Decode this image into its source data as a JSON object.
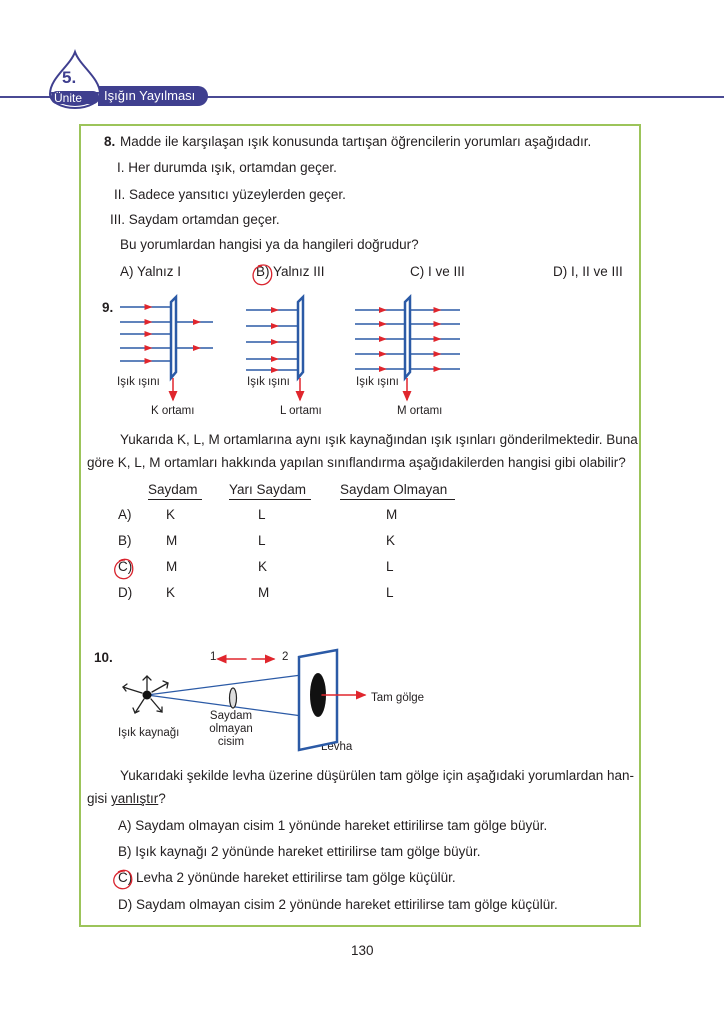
{
  "header": {
    "unit_number": "5.",
    "unit_label": "Ünite",
    "title": "Işığın Yayılması",
    "accent_color": "#3f3f8f"
  },
  "q8": {
    "number": "8.",
    "stem": "Madde ile karşılaşan ışık konusunda tartışan öğrencilerin yorumları aşağıdadır.",
    "statements": [
      "I. Her durumda ışık, ortamdan geçer.",
      "II. Sadece yansıtıcı yüzeylerden geçer.",
      "III. Saydam ortamdan geçer."
    ],
    "question": "Bu yorumlardan hangisi ya da hangileri doğrudur?",
    "options": [
      "A) Yalnız I",
      "B) Yalnız III",
      "C) I ve III",
      "D) I, II ve III"
    ],
    "marked": "B"
  },
  "q9": {
    "number": "9.",
    "diagram_labels": {
      "ray": "Işık ışını",
      "k": "K ortamı",
      "l": "L ortamı",
      "m": "M ortamı"
    },
    "stem_line1": "Yukarıda K, L, M ortamlarına aynı ışık kaynağından ışık ışınları gönderilmektedir. Buna",
    "stem_line2": "göre K, L, M ortamları hakkında yapılan sınıflandırma aşağıdakilerden hangisi gibi olabilir?",
    "headers": [
      "Saydam",
      "Yarı Saydam",
      "Saydam Olmayan"
    ],
    "rows": [
      {
        "label": "A)",
        "cells": [
          "K",
          "L",
          "M"
        ]
      },
      {
        "label": "B)",
        "cells": [
          "M",
          "L",
          "K"
        ]
      },
      {
        "label": "C)",
        "cells": [
          "M",
          "K",
          "L"
        ]
      },
      {
        "label": "D)",
        "cells": [
          "K",
          "M",
          "L"
        ]
      }
    ],
    "marked": "C"
  },
  "q10": {
    "number": "10.",
    "diagram_labels": {
      "dir1": "1",
      "dir2": "2",
      "source": "Işık kaynağı",
      "object_l1": "Saydam",
      "object_l2": "olmayan",
      "object_l3": "cisim",
      "screen": "Levha",
      "umbra": "Tam gölge"
    },
    "stem_line1": "Yukarıdaki şekilde levha üzerine düşürülen tam gölge için aşağıdaki yorumlardan han-",
    "stem_line2_a": "gisi ",
    "stem_line2_b": "yanlıştır",
    "stem_line2_c": "?",
    "options": [
      "A) Saydam olmayan cisim 1 yönünde hareket ettirilirse tam gölge büyür.",
      "B) Işık kaynağı 2 yönünde hareket ettirilirse tam gölge büyür.",
      "C) Levha 2 yönünde hareket ettirilirse tam gölge küçülür.",
      "D) Saydam olmayan cisim 2 yönünde hareket ettirilirse tam gölge küçülür."
    ],
    "marked": "C"
  },
  "page_number": "130"
}
